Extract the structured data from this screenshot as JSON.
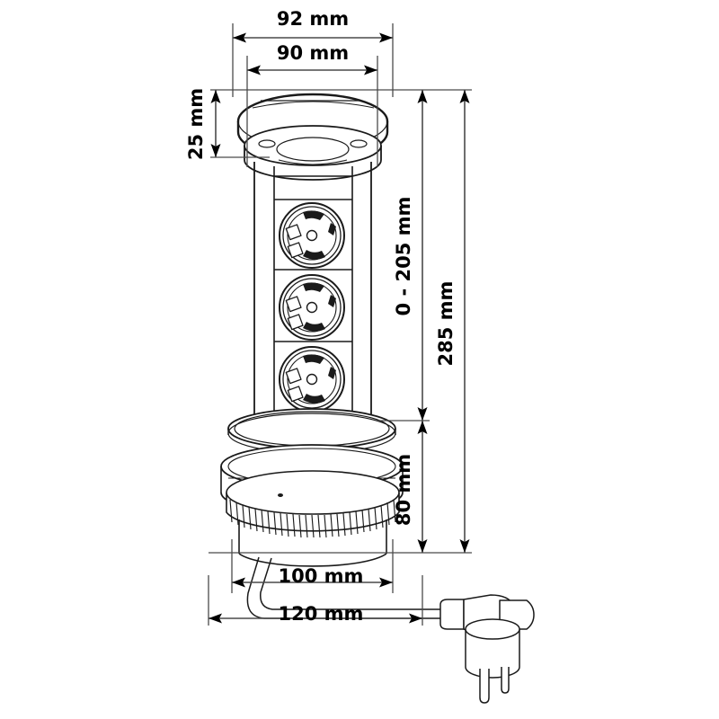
{
  "drawing": {
    "title": "Pop-up power socket tower dimensional drawing",
    "background_color": "#ffffff",
    "line_color": "#1a1a1a",
    "text_color": "#000000",
    "units": "mm"
  },
  "dimensions": {
    "top_outer_width": "92 mm",
    "top_inner_width": "90 mm",
    "cap_height": "25 mm",
    "travel_range": "0 - 205 mm",
    "total_height": "285 mm",
    "base_depth": "80 mm",
    "base_inner_diameter": "100 mm",
    "base_outer_diameter": "120 mm"
  },
  "product": {
    "type": "pop-up-socket-tower",
    "socket_count": 3,
    "socket_type": "schuko",
    "plug_type": "schuko-angled",
    "cap_label": "round-lid",
    "base_label": "threaded-mounting-base"
  },
  "icons": {
    "socket": "power-socket-icon",
    "plug": "power-plug-icon",
    "cap": "round-cap-icon",
    "arrow": "dimension-arrow-icon"
  }
}
